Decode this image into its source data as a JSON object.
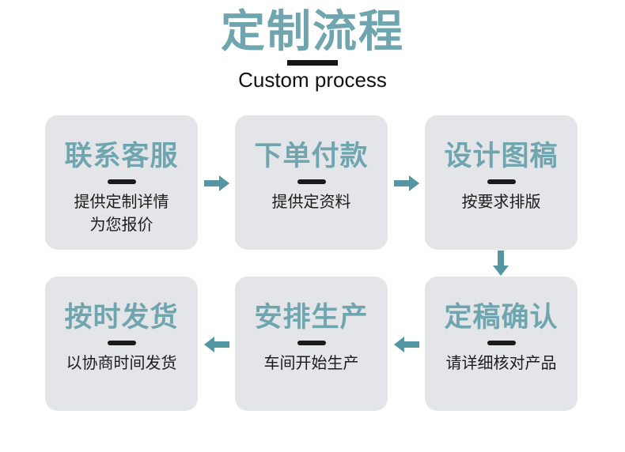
{
  "header": {
    "title": "定制流程",
    "subtitle": "Custom process"
  },
  "steps": [
    {
      "heading": "联系客服",
      "lines": [
        "提供定制详情",
        "为您报价"
      ]
    },
    {
      "heading": "下单付款",
      "lines": [
        "提供定资料"
      ]
    },
    {
      "heading": "设计图稿",
      "lines": [
        "按要求排版"
      ]
    },
    {
      "heading": "按时发货",
      "lines": [
        "以协商时间发货"
      ]
    },
    {
      "heading": "安排生产",
      "lines": [
        "车间开始生产"
      ]
    },
    {
      "heading": "定稿确认",
      "lines": [
        "请详细核对产品"
      ]
    }
  ],
  "flow": {
    "top_row_arrow_direction": "right",
    "middle_arrow_direction": "down",
    "bottom_row_arrow_direction": "left"
  },
  "colors": {
    "accent_teal": "#6FA5AE",
    "arrow_teal": "#5596A3",
    "card_background": "#E4E5E8",
    "dash_black": "#1A1A1A",
    "body_text": "#1C1C1C"
  }
}
